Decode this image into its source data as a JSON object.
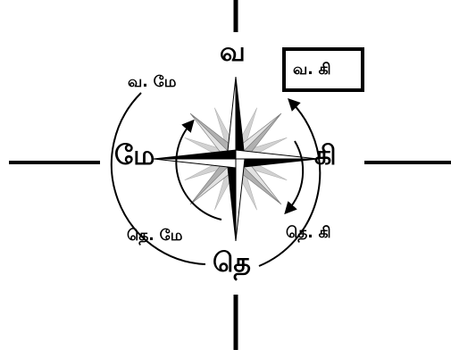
{
  "directions": {
    "north": "வ",
    "south": "தெ",
    "east": "கி",
    "west": "மே",
    "north_east": "வ. கி",
    "north_west": "வ. மே",
    "south_east": "தெ. கி",
    "south_west": "தெ. மே"
  },
  "highlighted_direction": "north_east",
  "colors": {
    "ink": "#000000",
    "rose_light": "#c8c8c8",
    "rose_mid": "#9a9a9a",
    "background": "#ffffff"
  }
}
